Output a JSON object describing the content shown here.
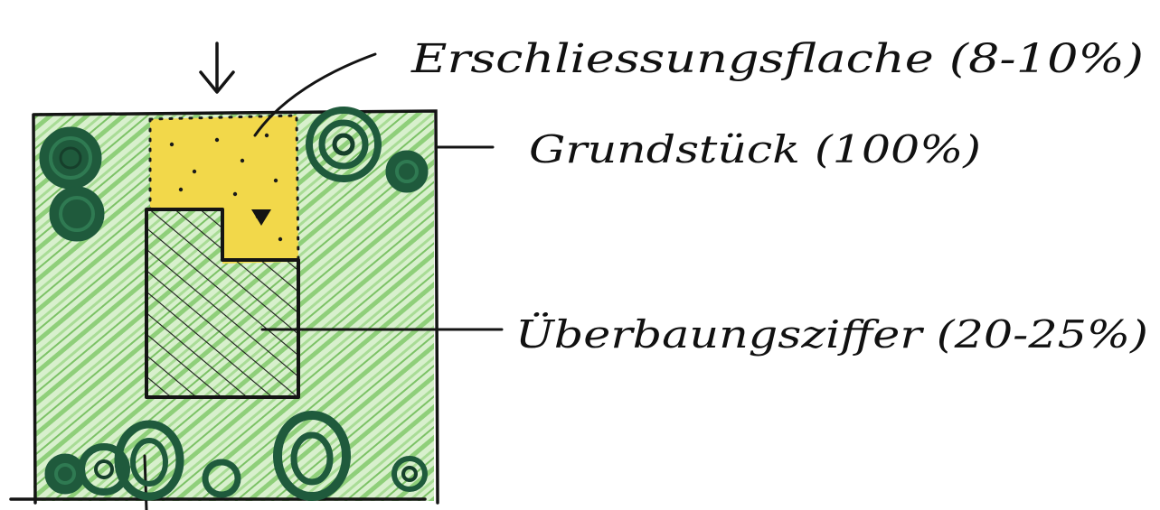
{
  "colors": {
    "ink": "#141414",
    "lawn": "#8fcf7a",
    "lawn_light": "#c9ecbd",
    "tree": "#1f5a3c",
    "tree_dark": "#163f2b",
    "access": "#f2d84a",
    "access_light": "#f7e58a"
  },
  "labels": {
    "access_area": "Erschliessungsflache (8-10%)",
    "plot": "Grundstück (100%)",
    "coverage": "Überbaungsziffer (20-25%)"
  },
  "icons": {
    "entry_arrow": "down-arrow-icon",
    "trees": "tree-icon",
    "entrance_marker": "triangle-down-icon"
  }
}
